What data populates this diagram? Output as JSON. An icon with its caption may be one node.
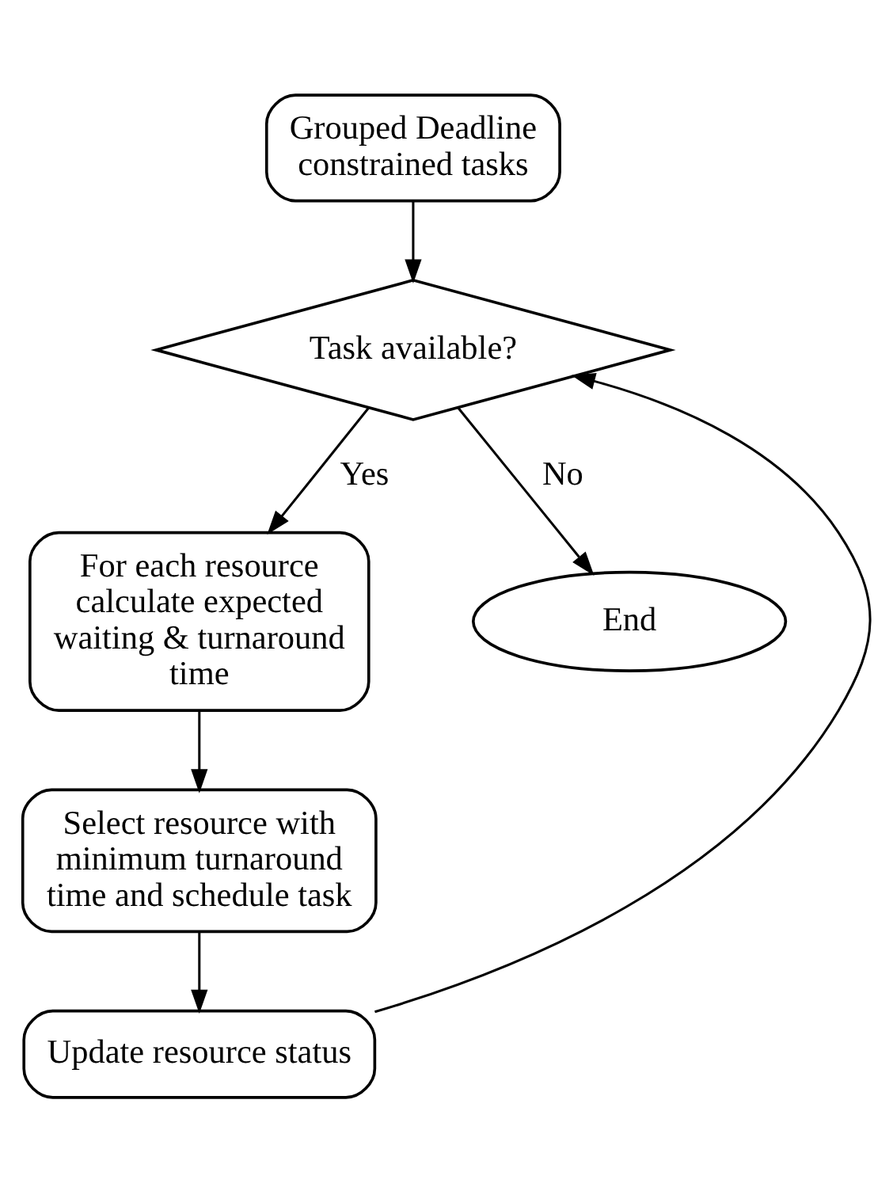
{
  "diagram": {
    "nodes": [
      {
        "text": [
          "Grouped Deadline constrained tasks"
        ]
      },
      {
        "text": [
          "Task available?"
        ]
      },
      {
        "text": [
          "For each resource calculate expected waiting & turnaround time"
        ]
      },
      {
        "text": [
          "Select resource with minimum turnaround time and schedule task"
        ]
      },
      {
        "text": [
          "Update resource status"
        ]
      },
      {
        "text": [
          "End"
        ]
      }
    ],
    "edges": [
      {
        "from": 0,
        "to": 1,
        "arrow": "to"
      },
      {
        "from": 1,
        "to": 2,
        "arrow": "to",
        "label": "Yes"
      },
      {
        "from": 2,
        "to": 3,
        "arrow": "to"
      },
      {
        "from": 3,
        "to": 4,
        "arrow": "to"
      },
      {
        "from": 4,
        "to": 1,
        "arrow": "to"
      },
      {
        "from": 1,
        "to": 5,
        "arrow": "to",
        "label": "No"
      }
    ]
  }
}
